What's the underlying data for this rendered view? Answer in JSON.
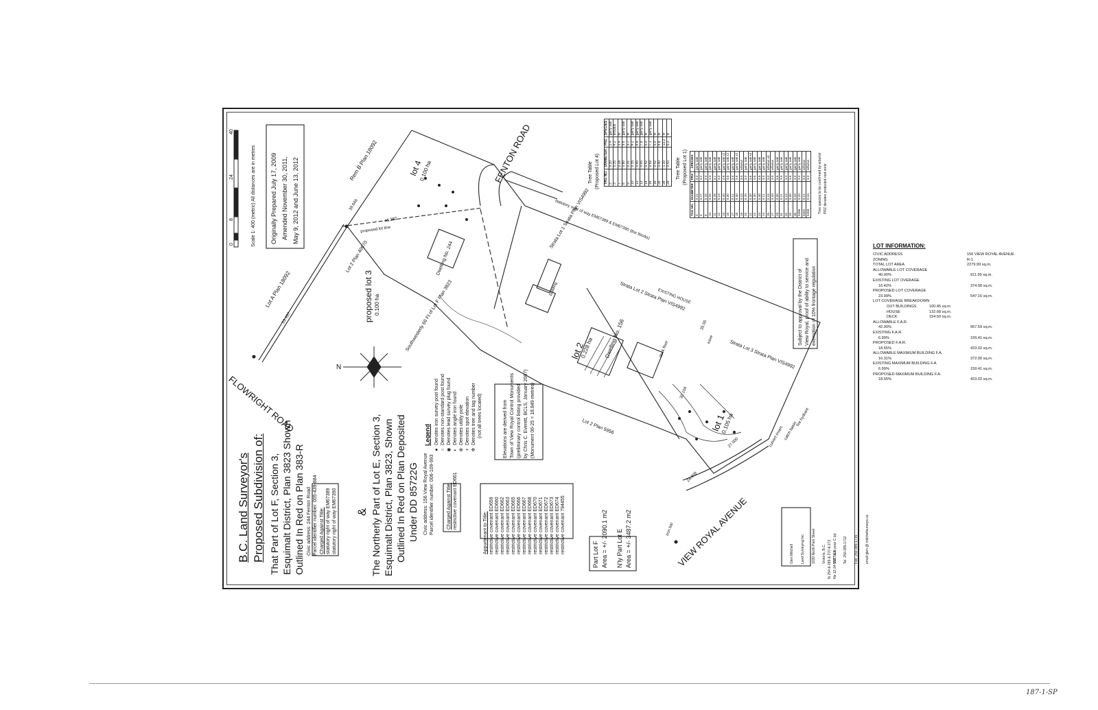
{
  "title_block": {
    "heading1": "B.C. Land Surveyor's",
    "heading2": "Proposed Subdivision of:",
    "part1_line1": "That Part of Lot F, Section 3,",
    "part1_line2": "Esquimalt District, Plan 3823 Shown",
    "part1_line3": "Outlined In Red on Plan 383-R",
    "part1_civic": "Civic address: 244 Fenton Road",
    "part1_pid": "Parcel identifier number: 005-439-884",
    "ampersand": "&",
    "part2_line1": "The Northerly Part of Lot E, Section 3,",
    "part2_line2": "Esquimalt District, Plan 3823, Shown",
    "part2_line3": "Outlined In Red on Plan Deposited",
    "part2_line4": "Under DD 85722G",
    "part2_civic": "Civic address: 156 View Royal Avenue",
    "part2_pid": "Parcel identifier number: 006-109-993"
  },
  "charges_f": {
    "title": "Charged Against Title:",
    "items": [
      "statutory right of way EM67389",
      "statutory right of way EM67390"
    ]
  },
  "charges_e": {
    "title": "Charged Against Title:",
    "items": [
      "restrictive covenant ED661"
    ]
  },
  "appurtenant": {
    "title": "Appurtenant to Title:",
    "items": [
      "restrictive covenant ED659",
      "restrictive covenant ED660",
      "restrictive covenant ED662",
      "restrictive covenant ED663",
      "restrictive covenant ED665",
      "restrictive covenant ED666",
      "restrictive covenant ED667",
      "restrictive covenant ED668",
      "restrictive covenant ED670",
      "restrictive covenant ED671",
      "restrictive covenant ED672",
      "restrictive covenant ED673",
      "restrictive covenant ED674",
      "restrictive covenant 794455"
    ]
  },
  "areas": {
    "lot_f_label": "Part Lot F",
    "lot_f_area": "Area = +/- 2090.1 m2",
    "lot_e_label": "N'ly Part Lot E",
    "lot_e_area": "Area = +/- 3487.2 m2"
  },
  "legend": {
    "title": "Legend",
    "items": [
      {
        "symbol": "●",
        "text": "Denotes iron survey post found"
      },
      {
        "symbol": "○",
        "text": "Denotes non-standard post found"
      },
      {
        "symbol": "◉",
        "text": "Denotes lead survey plug found"
      },
      {
        "symbol": "◐",
        "text": "Denotes angle iron found"
      },
      {
        "symbol": "⊕",
        "text": "Denotes utility pole"
      },
      {
        "symbol": "+",
        "text": "Denotes spot elevation"
      },
      {
        "symbol": "✲",
        "text": "Denotes tree and tag number"
      },
      {
        "symbol": "",
        "text": "(not all trees located)"
      }
    ]
  },
  "elevations_note": {
    "lines": [
      "Elevations are derived from",
      "Town of View Royal Control Monuments",
      "(preliminary control listing provided",
      "by Chris C. Everett, BCLS, January 2007)",
      "(Monument 06-25 = 18.849 metres)"
    ]
  },
  "dates_box": {
    "lines": [
      "Originally Prepared July 17, 2009",
      "Amended November 30, 2011,",
      "May 9, 2012 and June 13, 2012"
    ]
  },
  "scale": {
    "ticks": [
      "0",
      "8",
      "24",
      "40"
    ],
    "caption": "Scale 1: 400 (metric)  All distances are in metres"
  },
  "approval_note": {
    "lines": [
      "Subject to approval by the District of",
      "View Royal, proof of ability to service and",
      "exemption of 10% frontage regulation"
    ]
  },
  "tree_table_lot4": {
    "title": "Tree Table",
    "subtitle": "(Proposed Lot 4)",
    "headers": [
      "TAG NO.",
      "DIAMETER",
      "PRZ",
      "SPECIES"
    ],
    "rows": [
      [
        "2",
        "0.20",
        "2.4",
        "garry oak"
      ],
      [
        "3",
        "0.35",
        "4.2",
        "arbutus"
      ],
      [
        "7",
        "0.28",
        "3.4",
        "fir"
      ],
      [
        "8",
        "0.80",
        "9.6",
        "garry oak"
      ],
      [
        "9",
        "0.31",
        "3.7",
        "fir"
      ],
      [
        "10",
        "0.35",
        "4.2",
        "garry oak"
      ],
      [
        "12",
        "0.40",
        "4.8",
        "garry oak"
      ],
      [
        "13",
        "0.65",
        "7.8",
        "garry oak"
      ],
      [
        "14",
        "0.42",
        "5.0",
        "fir"
      ],
      [
        "16",
        "0.59",
        "7.1",
        "garry oak"
      ],
      [
        "18",
        "0.42",
        "5.0",
        "fir"
      ],
      [
        "26",
        "0.40",
        "4.8",
        "fir"
      ],
      [
        "28",
        "1.10",
        "13.2",
        "fir"
      ],
      [
        "29",
        "0.43",
        "5.2",
        "fir"
      ]
    ]
  },
  "tree_table_lot1": {
    "title": "Tree Table",
    "subtitle": "(Proposed Lot 1)",
    "headers": [
      "TAG NO.",
      "DIAMETER",
      "PRZ",
      "SPECIES"
    ],
    "rows": [
      [
        "3",
        "0.21",
        "3.0",
        "garry oak"
      ],
      [
        "4",
        "0.27",
        "3.2",
        "garry oak"
      ],
      [
        "8",
        "0.20",
        "3.0",
        "garry oak"
      ],
      [
        "10",
        "0.25",
        "3.0",
        "garry oak"
      ],
      [
        "11",
        "0.26",
        "3.1",
        "garry oak"
      ],
      [
        "12",
        "0.24",
        "3.0",
        "garry oak"
      ],
      [
        "13",
        "0.40",
        "4.8",
        "garry oak x2"
      ],
      [
        "15",
        "0.30",
        "3.6",
        "garry oak x2"
      ],
      [
        "17",
        "0.21",
        "3.0",
        "garry oak"
      ],
      [
        "18",
        "0.30",
        "3.6",
        "garry oak x2"
      ],
      [
        "19",
        "0.23",
        "3.0",
        "arbutus"
      ],
      [
        "20",
        "0.25",
        "3.0",
        "garry oak"
      ],
      [
        "21",
        "0.30",
        "3.6",
        "garry oak x3"
      ],
      [
        "22",
        "0.30",
        "3.6",
        "garry oak"
      ],
      [
        "23",
        "0.40",
        "4.8",
        "garry oak"
      ],
      [
        "24",
        "0.21",
        "3.0",
        "garry oak"
      ],
      [
        "25",
        "0.24",
        "3.0",
        "arbutus x3"
      ],
      [
        "27",
        "0.33",
        "4.0",
        "arbutus"
      ],
      [
        "28",
        "0.30",
        "3.6",
        "garry oak"
      ],
      [
        "31",
        "0.21",
        "3.0",
        "garry oak"
      ],
      [
        "32",
        "0.24",
        "3.0",
        "garry oak"
      ],
      [
        "33",
        "0.30",
        "3.6",
        "garry oak"
      ],
      [
        "35",
        "0.33",
        "4.0",
        "garry oak"
      ],
      [
        "5398",
        "0.20",
        "3.0",
        "garry oak"
      ],
      [
        "5402",
        "0.21",
        "3.0",
        "arbutus"
      ],
      [
        "5458",
        "0.16",
        "3.0",
        "arbutus"
      ]
    ]
  },
  "tree_note": {
    "lines": [
      "Tree species to be confirmed by arborist",
      "PRZ denotes protected root zone"
    ]
  },
  "company": {
    "lines": [
      "Glen Mitchell",
      "Land Surveying Inc.",
      "1030 North Park Street",
      "Victoria, B.C.",
      "V8T 1C6",
      "Tel. 250-385-1712",
      "Fax. 250-385-1715",
      "email glen @ mitchellsurveys.ca"
    ],
    "file_refs": [
      "fb 254 & 269 & 270 & 272",
      "file 12-34-5597 sub prop C (a)"
    ]
  },
  "plan_labels": {
    "flowright": "FLOWRIGHT ROAD",
    "view_royal": "VIEW ROYAL AVENUE",
    "fenton": "FENTON ROAD",
    "lot1": "lot 1",
    "lot1_area": "0.105 ha",
    "lot2": "lot 2",
    "lot2_area": "0.228 ha",
    "lot3": "proposed lot 3",
    "lot3_area": "0.100 ha",
    "lot4": "lot 4",
    "lot4_area": "0.100 ha",
    "lot_a": "Lot A Plan 18092",
    "rem_b": "Rem B Plan 18092",
    "lot2_40670": "Lot 2 Plan 40670",
    "strata1": "Strata Lot 1 Strata Plan VIS4992",
    "strata2": "Strata Lot 2 Strata Plan VIS4992",
    "strata3": "Strata Lot 3 Strata Plan VIS4992",
    "sw66": "Southwesterly 66 Ft of Lot F Plan 3823",
    "lot2_5956": "Lot 2 Plan 5956",
    "dwelling244": "Dwelling No. 244",
    "dwelling156": "Dwelling No. 156",
    "existing_house": "EXISTING HOUSE",
    "building": "building",
    "srw": "statutory right of way EM67389 & EM67390 (the Works)",
    "proposed_lot_line": "proposed lot line",
    "north": "N",
    "fire_hydrant": "fire hydrant",
    "catch_basin": "catch basin",
    "culvert": "culvert invert",
    "iron_bar": "iron bar",
    "deck_floor": "deck floor",
    "eave": "eave",
    "lot_dimensions": [
      "45.282",
      "23.497",
      "39.848",
      "30.104",
      "24.609",
      "27.000",
      "35.55",
      "0.100 ha"
    ]
  },
  "lot_information": {
    "title": "LOT INFORMATION:",
    "rows": [
      {
        "label": "CIVIC ADDRESS",
        "value": "156 VIEW ROYAL AVENUE",
        "indent": 0,
        "col": "a"
      },
      {
        "label": "ZONING",
        "value": "R-1",
        "indent": 0,
        "col": "a"
      },
      {
        "label": "TOTAL LOT AREA",
        "value": "2279.99 sq.m.",
        "indent": 0,
        "col": "a"
      },
      {
        "label": "ALLOWABLE LOT COVERAGE",
        "value": "",
        "indent": 0,
        "col": "a"
      },
      {
        "label": "40.00%",
        "value": "911.99 sq.m.",
        "indent": 1,
        "col": "b"
      },
      {
        "label": "EXISTING LOT OVERAGE",
        "value": "",
        "indent": 0,
        "col": "a"
      },
      {
        "label": "16.42%",
        "value": "374.58 sq.m.",
        "indent": 1,
        "col": "b"
      },
      {
        "label": "PROPOSED LOT COVERAGE",
        "value": "",
        "indent": 0,
        "col": "a"
      },
      {
        "label": "23.99%",
        "value": "547.16 sq.m.",
        "indent": 1,
        "col": "b"
      },
      {
        "label": "LOT COVERAGE BREAKDOWN",
        "value": "",
        "indent": 0,
        "col": "a"
      },
      {
        "label": "OUT BUILDINGS",
        "value": "100.45 sq.m.",
        "indent": 2,
        "col": "c"
      },
      {
        "label": "HOUSE",
        "value": "132.68 sq.m.",
        "indent": 2,
        "col": "c"
      },
      {
        "label": "DECK",
        "value": "154.50 sq.m.",
        "indent": 2,
        "col": "c"
      },
      {
        "label": "ALLOWABLE F.A.R.",
        "value": "",
        "indent": 0,
        "col": "a"
      },
      {
        "label": "42.00%",
        "value": "957.59 sq.m.",
        "indent": 1,
        "col": "b"
      },
      {
        "label": "EXISTING F.A.R.",
        "value": "",
        "indent": 0,
        "col": "a"
      },
      {
        "label": "6.99%",
        "value": "159.41 sq.m.",
        "indent": 1,
        "col": "b"
      },
      {
        "label": "PROPOSED F.A.R.",
        "value": "",
        "indent": 0,
        "col": "a"
      },
      {
        "label": "18.55%",
        "value": "423.02 sq.m.",
        "indent": 1,
        "col": "b"
      },
      {
        "label": "ALLOWABLE MAXIMUM BUILDING F.A.",
        "value": "",
        "indent": 0,
        "col": "a"
      },
      {
        "label": "16.31%",
        "value": "372.00 sq.m.",
        "indent": 1,
        "col": "b"
      },
      {
        "label": "EXISTING MAXIMUM BUILDING F.A.",
        "value": "",
        "indent": 0,
        "col": "a"
      },
      {
        "label": "6.99%",
        "value": "159.41 sq.m.",
        "indent": 1,
        "col": "b"
      },
      {
        "label": "PROPOSED MAXIMUM BUILDING F.A.",
        "value": "",
        "indent": 0,
        "col": "a"
      },
      {
        "label": "18.55%",
        "value": "423.02 sq.m.",
        "indent": 1,
        "col": "b"
      }
    ]
  },
  "page_ref": "187-1-SP"
}
